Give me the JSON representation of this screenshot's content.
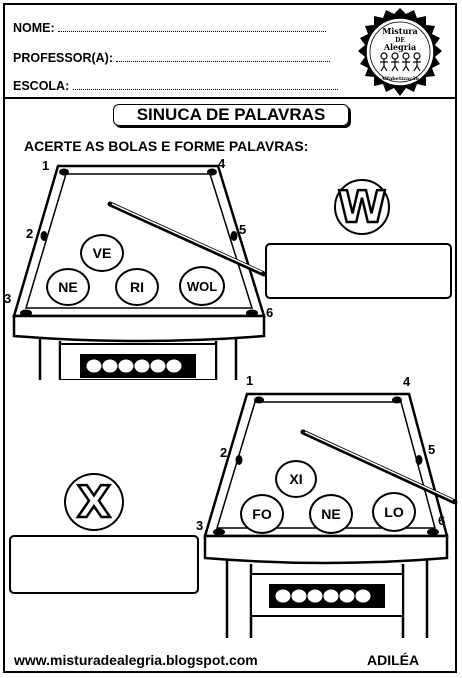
{
  "header": {
    "name_label": "NOME:",
    "teacher_label": "PROFESSOR(A):",
    "school_label": "ESCOLA:",
    "logo": {
      "line1": "Mistura",
      "line2": "DE",
      "line3": "Alegria",
      "line4": "Alfabetização"
    }
  },
  "worksheet": {
    "title": "SINUCA DE PALAVRAS",
    "instruction": "ACERTE AS BOLAS E FORME PALAVRAS:"
  },
  "table1": {
    "pockets": [
      "1",
      "2",
      "3",
      "4",
      "5",
      "6"
    ],
    "balls": [
      "VE",
      "NE",
      "RI",
      "WOL"
    ],
    "letter": "W"
  },
  "table2": {
    "pockets": [
      "1",
      "2",
      "3",
      "4",
      "5",
      "6"
    ],
    "balls": [
      "XI",
      "FO",
      "NE",
      "LO"
    ],
    "letter": "X"
  },
  "footer": {
    "website": "www.misturadealegria.blogspot.com",
    "author": "ADILÉA"
  },
  "icons": [
    "pool-table-icon",
    "pool-cue-icon",
    "kids-logo-icon"
  ]
}
